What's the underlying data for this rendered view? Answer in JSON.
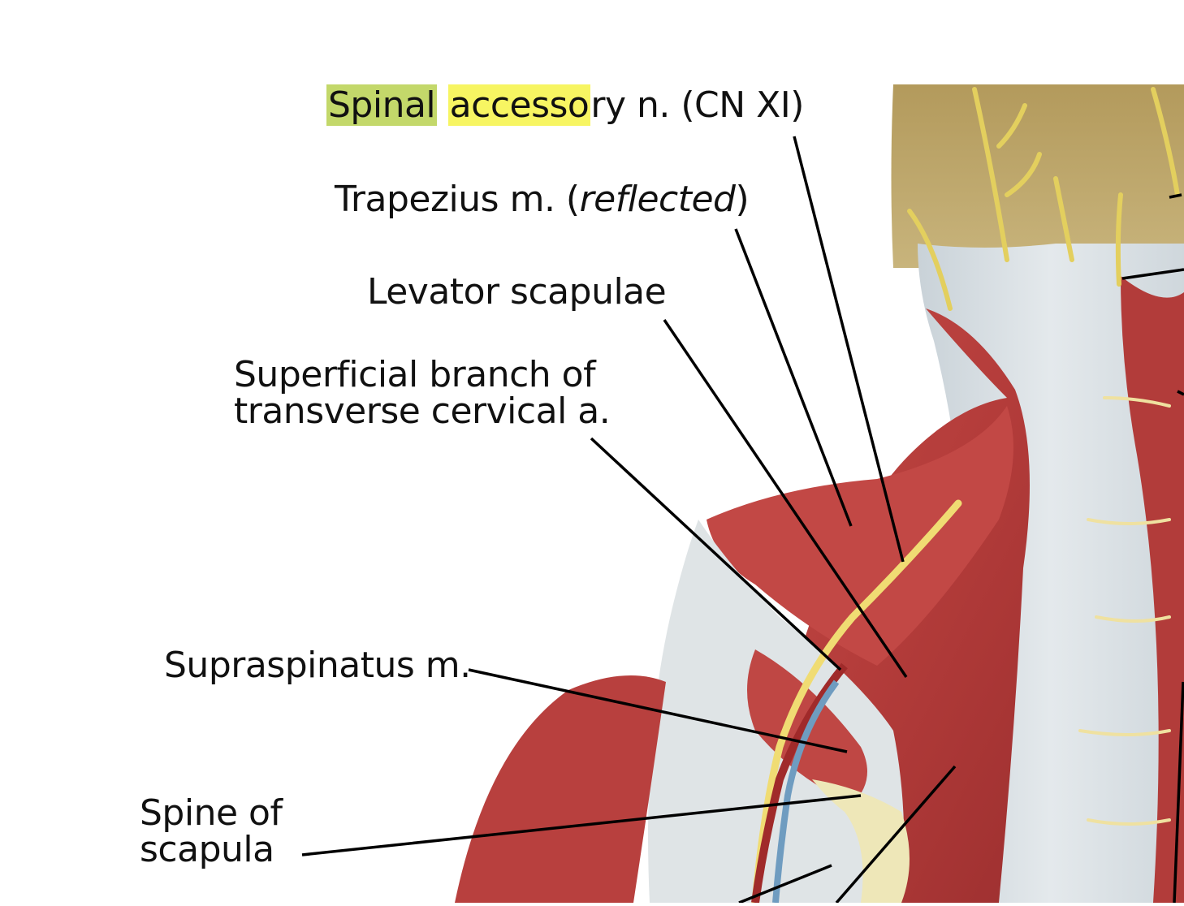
{
  "labels": {
    "spinal_accessory": {
      "part1": "Spinal",
      "part2": "accesso",
      "part3": "ry n. (CN XI)"
    },
    "trapezius": {
      "main": "Trapezius m. (",
      "italic": "reflected",
      "close": ")"
    },
    "levator": "Levator scapulae",
    "superficial_line1": "Superficial branch of",
    "superficial_line2": "transverse cervical a.",
    "supraspinatus": "Supraspinatus m.",
    "spine_line1": "Spine of",
    "spine_line2": "scapula"
  },
  "colors": {
    "highlight_green": "#c3d86a",
    "highlight_yellow": "#f7f562",
    "muscle": "#b8403f",
    "nerve": "#e8d36a",
    "fascia": "#d8dfe3",
    "skin": "#c2a96a"
  }
}
